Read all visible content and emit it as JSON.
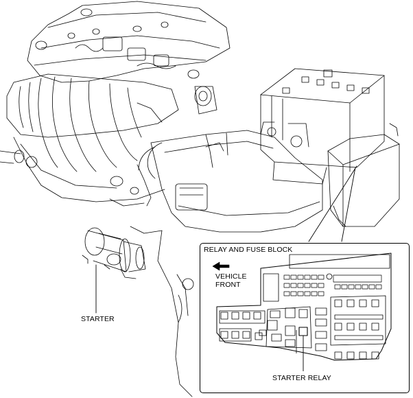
{
  "labels": {
    "inset_title": "RELAY AND FUSE BLOCK",
    "vehicle_front_line1": "VEHICLE",
    "vehicle_front_line2": "FRONT",
    "starter": "STARTER",
    "starter_relay": "STARTER RELAY"
  },
  "icons": {
    "direction": "arrow-left-icon"
  },
  "colors": {
    "line": "#000000",
    "background": "#ffffff"
  }
}
